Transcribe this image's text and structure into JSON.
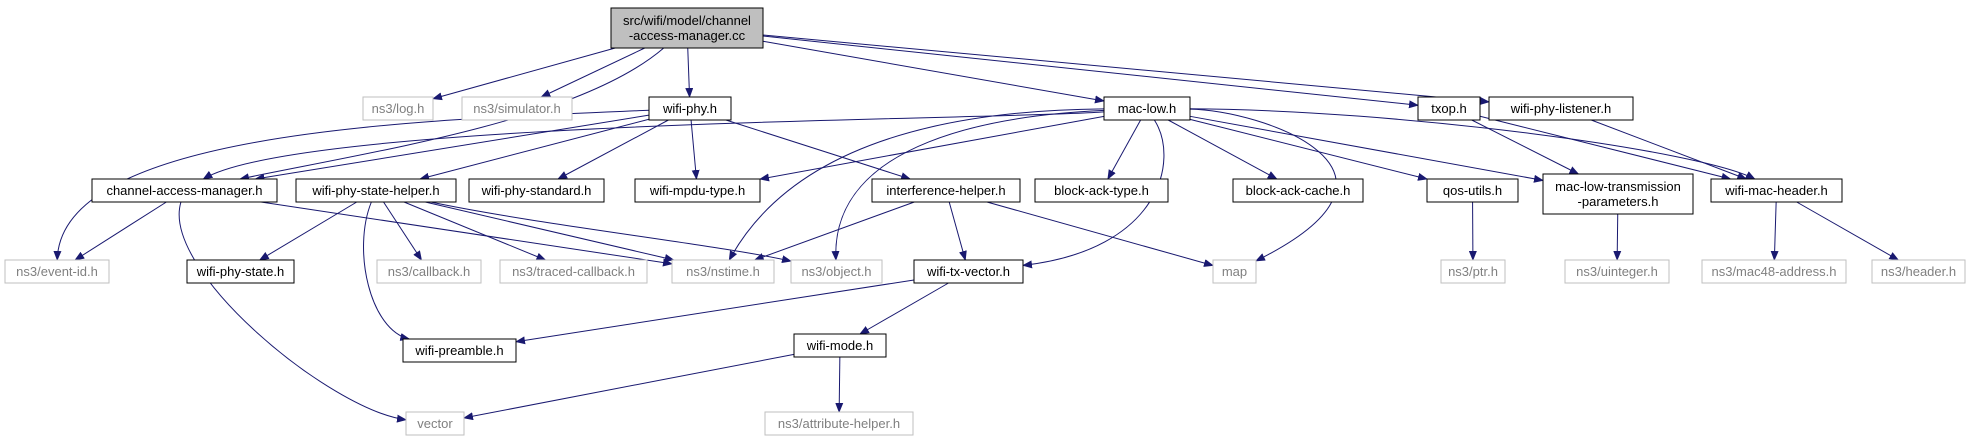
{
  "diagram": {
    "colors": {
      "edge": "#191970",
      "root_fill": "#bfbfbf",
      "box_fill": "#ffffff",
      "documented_border": "#000000",
      "external_border": "#bfbfbf",
      "external_text": "#808080",
      "documented_text": "#000000"
    },
    "nodes": [
      {
        "id": "root",
        "label": [
          "src/wifi/model/channel",
          "-access-manager.cc"
        ],
        "kind": "root"
      },
      {
        "id": "ns3-log",
        "label": [
          "ns3/log.h"
        ],
        "kind": "external"
      },
      {
        "id": "ns3-simulator",
        "label": [
          "ns3/simulator.h"
        ],
        "kind": "external"
      },
      {
        "id": "wifi-phy",
        "label": [
          "wifi-phy.h"
        ],
        "kind": "documented"
      },
      {
        "id": "mac-low",
        "label": [
          "mac-low.h"
        ],
        "kind": "documented"
      },
      {
        "id": "txop",
        "label": [
          "txop.h"
        ],
        "kind": "documented"
      },
      {
        "id": "wifi-phy-listener",
        "label": [
          "wifi-phy-listener.h"
        ],
        "kind": "documented"
      },
      {
        "id": "channel-access-manager",
        "label": [
          "channel-access-manager.h"
        ],
        "kind": "documented"
      },
      {
        "id": "wifi-phy-state-helper",
        "label": [
          "wifi-phy-state-helper.h"
        ],
        "kind": "documented"
      },
      {
        "id": "wifi-phy-standard",
        "label": [
          "wifi-phy-standard.h"
        ],
        "kind": "documented"
      },
      {
        "id": "wifi-mpdu-type",
        "label": [
          "wifi-mpdu-type.h"
        ],
        "kind": "documented"
      },
      {
        "id": "interference-helper",
        "label": [
          "interference-helper.h"
        ],
        "kind": "documented"
      },
      {
        "id": "block-ack-type",
        "label": [
          "block-ack-type.h"
        ],
        "kind": "documented"
      },
      {
        "id": "block-ack-cache",
        "label": [
          "block-ack-cache.h"
        ],
        "kind": "documented"
      },
      {
        "id": "qos-utils",
        "label": [
          "qos-utils.h"
        ],
        "kind": "documented"
      },
      {
        "id": "mac-low-transmission-parameters",
        "label": [
          "mac-low-transmission",
          "-parameters.h"
        ],
        "kind": "documented"
      },
      {
        "id": "wifi-mac-header",
        "label": [
          "wifi-mac-header.h"
        ],
        "kind": "documented"
      },
      {
        "id": "ns3-event-id",
        "label": [
          "ns3/event-id.h"
        ],
        "kind": "external"
      },
      {
        "id": "wifi-phy-state",
        "label": [
          "wifi-phy-state.h"
        ],
        "kind": "documented"
      },
      {
        "id": "ns3-callback",
        "label": [
          "ns3/callback.h"
        ],
        "kind": "external"
      },
      {
        "id": "ns3-traced-callback",
        "label": [
          "ns3/traced-callback.h"
        ],
        "kind": "external"
      },
      {
        "id": "ns3-nstime",
        "label": [
          "ns3/nstime.h"
        ],
        "kind": "external"
      },
      {
        "id": "ns3-object",
        "label": [
          "ns3/object.h"
        ],
        "kind": "external"
      },
      {
        "id": "wifi-tx-vector",
        "label": [
          "wifi-tx-vector.h"
        ],
        "kind": "documented"
      },
      {
        "id": "map",
        "label": [
          "map"
        ],
        "kind": "external"
      },
      {
        "id": "ns3-ptr",
        "label": [
          "ns3/ptr.h"
        ],
        "kind": "external"
      },
      {
        "id": "ns3-uinteger",
        "label": [
          "ns3/uinteger.h"
        ],
        "kind": "external"
      },
      {
        "id": "ns3-mac48-address",
        "label": [
          "ns3/mac48-address.h"
        ],
        "kind": "external"
      },
      {
        "id": "ns3-header",
        "label": [
          "ns3/header.h"
        ],
        "kind": "external"
      },
      {
        "id": "wifi-preamble",
        "label": [
          "wifi-preamble.h"
        ],
        "kind": "documented"
      },
      {
        "id": "wifi-mode",
        "label": [
          "wifi-mode.h"
        ],
        "kind": "documented"
      },
      {
        "id": "vector",
        "label": [
          "vector"
        ],
        "kind": "external"
      },
      {
        "id": "ns3-attribute-helper",
        "label": [
          "ns3/attribute-helper.h"
        ],
        "kind": "external"
      }
    ],
    "edges": [
      {
        "from": "root",
        "to": "ns3-log"
      },
      {
        "from": "root",
        "to": "ns3-simulator"
      },
      {
        "from": "root",
        "to": "wifi-phy"
      },
      {
        "from": "root",
        "to": "mac-low"
      },
      {
        "from": "root",
        "to": "txop"
      },
      {
        "from": "root",
        "to": "wifi-phy-listener"
      },
      {
        "from": "root",
        "to": "channel-access-manager"
      },
      {
        "from": "wifi-phy",
        "to": "ns3-event-id"
      },
      {
        "from": "wifi-phy",
        "to": "channel-access-manager"
      },
      {
        "from": "wifi-phy",
        "to": "wifi-phy-state-helper"
      },
      {
        "from": "wifi-phy",
        "to": "wifi-phy-standard"
      },
      {
        "from": "wifi-phy",
        "to": "wifi-mpdu-type"
      },
      {
        "from": "wifi-phy",
        "to": "interference-helper"
      },
      {
        "from": "mac-low",
        "to": "channel-access-manager"
      },
      {
        "from": "mac-low",
        "to": "wifi-mpdu-type"
      },
      {
        "from": "mac-low",
        "to": "ns3-nstime"
      },
      {
        "from": "mac-low",
        "to": "ns3-object"
      },
      {
        "from": "mac-low",
        "to": "block-ack-type"
      },
      {
        "from": "mac-low",
        "to": "block-ack-cache"
      },
      {
        "from": "mac-low",
        "to": "wifi-tx-vector"
      },
      {
        "from": "mac-low",
        "to": "map"
      },
      {
        "from": "mac-low",
        "to": "qos-utils"
      },
      {
        "from": "mac-low",
        "to": "mac-low-transmission-parameters"
      },
      {
        "from": "mac-low",
        "to": "wifi-mac-header"
      },
      {
        "from": "txop",
        "to": "mac-low-transmission-parameters"
      },
      {
        "from": "txop",
        "to": "wifi-mac-header"
      },
      {
        "from": "wifi-phy-listener",
        "to": "wifi-mac-header"
      },
      {
        "from": "channel-access-manager",
        "to": "ns3-event-id"
      },
      {
        "from": "channel-access-manager",
        "to": "ns3-nstime"
      },
      {
        "from": "channel-access-manager",
        "to": "vector"
      },
      {
        "from": "wifi-phy-state-helper",
        "to": "wifi-phy-state"
      },
      {
        "from": "wifi-phy-state-helper",
        "to": "ns3-callback"
      },
      {
        "from": "wifi-phy-state-helper",
        "to": "ns3-traced-callback"
      },
      {
        "from": "wifi-phy-state-helper",
        "to": "ns3-nstime"
      },
      {
        "from": "wifi-phy-state-helper",
        "to": "ns3-object"
      },
      {
        "from": "wifi-phy-state-helper",
        "to": "wifi-preamble"
      },
      {
        "from": "interference-helper",
        "to": "ns3-nstime"
      },
      {
        "from": "interference-helper",
        "to": "wifi-tx-vector"
      },
      {
        "from": "interference-helper",
        "to": "map"
      },
      {
        "from": "qos-utils",
        "to": "ns3-ptr"
      },
      {
        "from": "mac-low-transmission-parameters",
        "to": "ns3-uinteger"
      },
      {
        "from": "wifi-mac-header",
        "to": "ns3-mac48-address"
      },
      {
        "from": "wifi-mac-header",
        "to": "ns3-header"
      },
      {
        "from": "wifi-tx-vector",
        "to": "wifi-preamble"
      },
      {
        "from": "wifi-tx-vector",
        "to": "wifi-mode"
      },
      {
        "from": "wifi-mode",
        "to": "vector"
      },
      {
        "from": "wifi-mode",
        "to": "ns3-attribute-helper"
      }
    ]
  }
}
